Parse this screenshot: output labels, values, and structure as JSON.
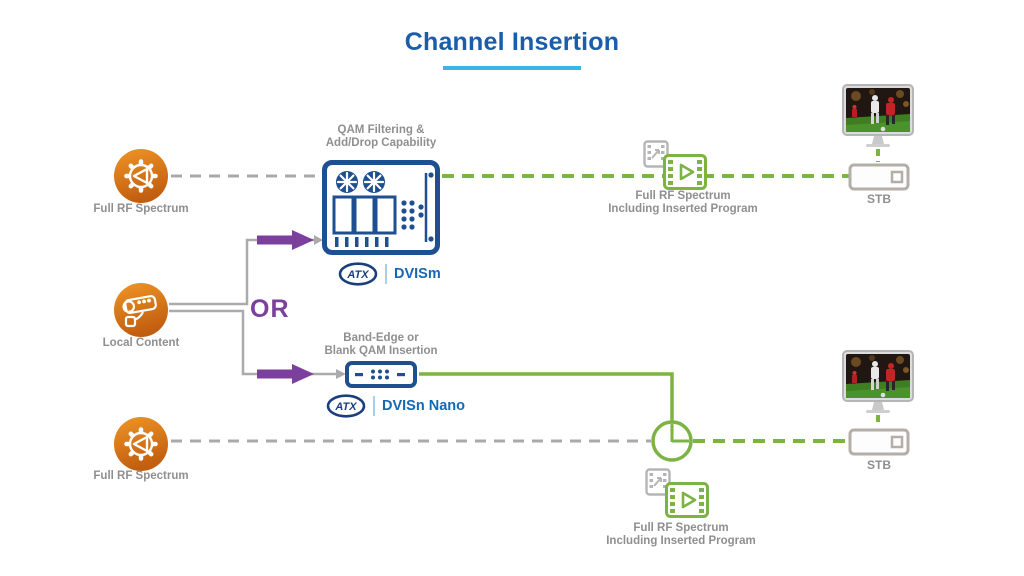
{
  "title": "Channel Insertion",
  "sources": {
    "full_rf_top": "Full RF Spectrum",
    "local_content": "Local Content",
    "full_rf_bottom": "Full RF Spectrum"
  },
  "or_label": "OR",
  "devices": {
    "dvism": {
      "caption1": "QAM Filtering &",
      "caption2": "Add/Drop Capability",
      "brand": "ATX",
      "model": "DVISm"
    },
    "dvisn": {
      "caption1": "Band-Edge or",
      "caption2": "Blank QAM Insertion",
      "brand": "ATX",
      "model": "DVISn Nano"
    }
  },
  "outputs": {
    "program_top": {
      "line1": "Full RF Spectrum",
      "line2": "Including Inserted Program"
    },
    "program_bottom": {
      "line1": "Full RF Spectrum",
      "line2": "Including Inserted Program"
    },
    "stb_top": "STB",
    "stb_bottom": "STB"
  },
  "colors": {
    "title_blue": "#1a5dab",
    "underline_blue": "#3cb4e5",
    "device_blue": "#1d4f91",
    "model_blue": "#1668b3",
    "green": "#7cb342",
    "gray_line": "#a9a9a9",
    "label_gray": "#8f8f8f",
    "purple": "#7b3f9d",
    "orange": "#e07b1a"
  }
}
